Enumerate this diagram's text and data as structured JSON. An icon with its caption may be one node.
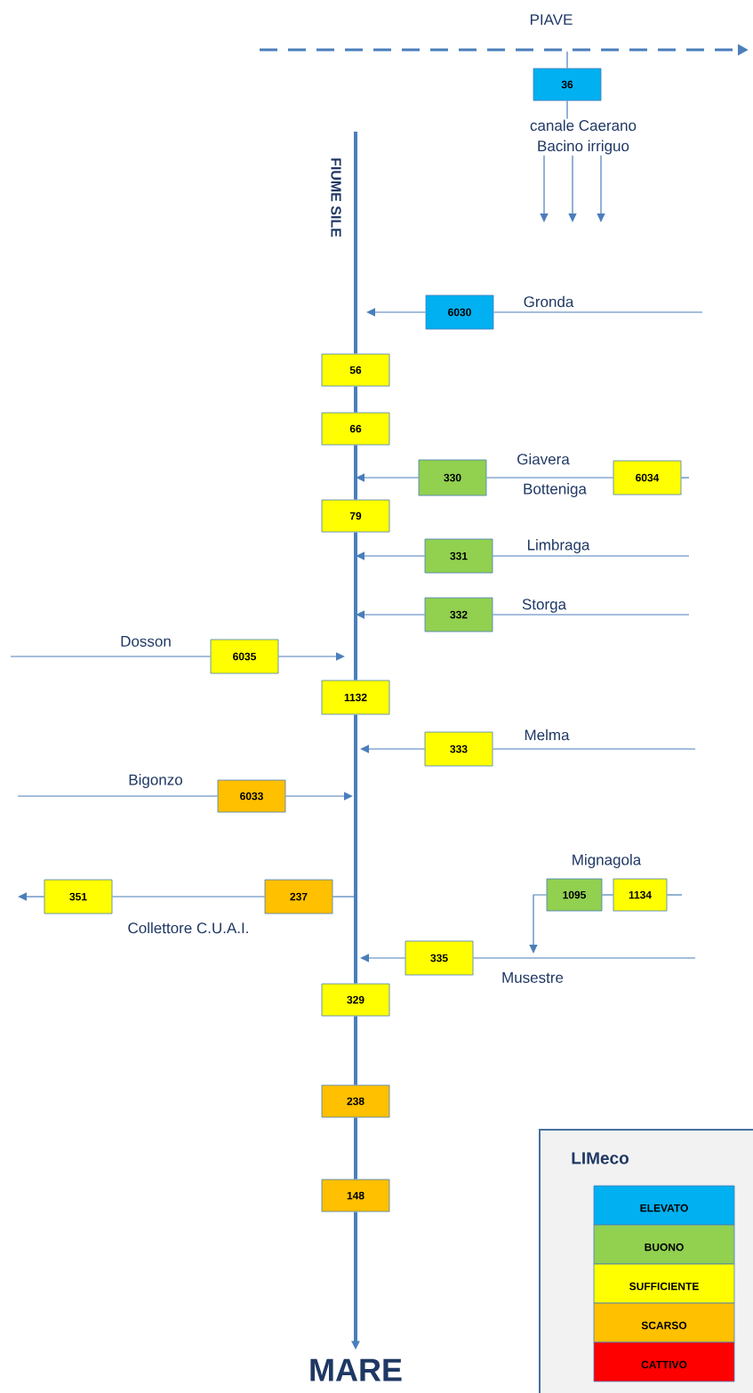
{
  "diagram": {
    "nodes": [
      {
        "text": [
          "36"
        ]
      },
      {
        "text": [
          "canale Caerano",
          "Bacino irriguo"
        ]
      },
      {
        "text": [
          "6030"
        ]
      },
      {
        "text": [
          "56"
        ]
      },
      {
        "text": [
          "66"
        ]
      },
      {
        "text": [
          "330"
        ]
      },
      {
        "text": [
          "6034"
        ]
      },
      {
        "text": [
          "79"
        ]
      },
      {
        "text": [
          "331"
        ]
      },
      {
        "text": [
          "332"
        ]
      },
      {
        "text": [
          "6035"
        ]
      },
      {
        "text": [
          "1132"
        ]
      },
      {
        "text": [
          "333"
        ]
      },
      {
        "text": [
          "6033"
        ]
      },
      {
        "text": [
          "237"
        ]
      },
      {
        "text": [
          "351"
        ]
      },
      {
        "text": [
          "1134"
        ]
      },
      {
        "text": [
          "1095"
        ]
      },
      {
        "text": [
          "335"
        ]
      },
      {
        "text": [
          "329"
        ]
      },
      {
        "text": [
          "238"
        ]
      },
      {
        "text": [
          "148"
        ]
      },
      {
        "text": [
          "MARE"
        ]
      }
    ],
    "edges": [
      {
        "from": null,
        "to": 0,
        "arrow": "none"
      },
      {
        "from": 0,
        "to": 1,
        "arrow": "none"
      },
      {
        "from": 1,
        "to": null,
        "arrow": "to"
      },
      {
        "from": 1,
        "to": null,
        "arrow": "to"
      },
      {
        "from": 1,
        "to": null,
        "arrow": "to"
      },
      {
        "from": null,
        "to": 2,
        "arrow": "none"
      },
      {
        "from": 2,
        "to": null,
        "arrow": "to"
      },
      {
        "from": null,
        "to": 3,
        "arrow": "none",
        "style": "thick"
      },
      {
        "from": 3,
        "to": 4,
        "arrow": "none",
        "style": "thick"
      },
      {
        "from": 4,
        "to": 7,
        "arrow": "none",
        "style": "thick"
      },
      {
        "from": 7,
        "to": 11,
        "arrow": "none",
        "style": "thick"
      },
      {
        "from": 11,
        "to": 19,
        "arrow": "none",
        "style": "thick"
      },
      {
        "from": 19,
        "to": 20,
        "arrow": "none",
        "style": "thick"
      },
      {
        "from": 20,
        "to": 21,
        "arrow": "none",
        "style": "thick"
      },
      {
        "from": 21,
        "to": 22,
        "arrow": "to",
        "style": "thick"
      },
      {
        "from": null,
        "to": 6,
        "arrow": "none"
      },
      {
        "from": 6,
        "to": 5,
        "arrow": "none"
      },
      {
        "from": 5,
        "to": null,
        "arrow": "to"
      },
      {
        "from": null,
        "to": 8,
        "arrow": "none"
      },
      {
        "from": 8,
        "to": null,
        "arrow": "to"
      },
      {
        "from": null,
        "to": 9,
        "arrow": "none"
      },
      {
        "from": 9,
        "to": null,
        "arrow": "to"
      },
      {
        "from": null,
        "to": 10,
        "arrow": "none"
      },
      {
        "from": 10,
        "to": null,
        "arrow": "to"
      },
      {
        "from": null,
        "to": 12,
        "arrow": "none"
      },
      {
        "from": 12,
        "to": null,
        "arrow": "to"
      },
      {
        "from": null,
        "to": 13,
        "arrow": "none"
      },
      {
        "from": 13,
        "to": null,
        "arrow": "to"
      },
      {
        "from": null,
        "to": 14,
        "arrow": "none"
      },
      {
        "from": 14,
        "to": 15,
        "arrow": "none"
      },
      {
        "from": 15,
        "to": null,
        "arrow": "to"
      },
      {
        "from": null,
        "to": 16,
        "arrow": "none"
      },
      {
        "from": 16,
        "to": 17,
        "arrow": "none"
      },
      {
        "from": 17,
        "to": null,
        "arrow": "to"
      },
      {
        "from": null,
        "to": 18,
        "arrow": "none"
      },
      {
        "from": 18,
        "to": null,
        "arrow": "to"
      }
    ],
    "labels": [
      "PIAVE",
      "FIUME SILE",
      "Gronda",
      "Giavera",
      "Botteniga",
      "Limbraga",
      "Storga",
      "Dosson",
      "Melma",
      "Bigonzo",
      "Mignagola",
      "Collettore C.U.A.I.",
      "Musestre",
      "LIMeco"
    ],
    "legend": [
      {
        "text": "ELEVATO",
        "color": "#00b0f0"
      },
      {
        "text": "BUONO",
        "color": "#92d050"
      },
      {
        "text": "SUFFICIENTE",
        "color": "#ffff00"
      },
      {
        "text": "SCARSO",
        "color": "#ffc000"
      },
      {
        "text": "CATTIVO",
        "color": "#ff0000"
      }
    ]
  }
}
